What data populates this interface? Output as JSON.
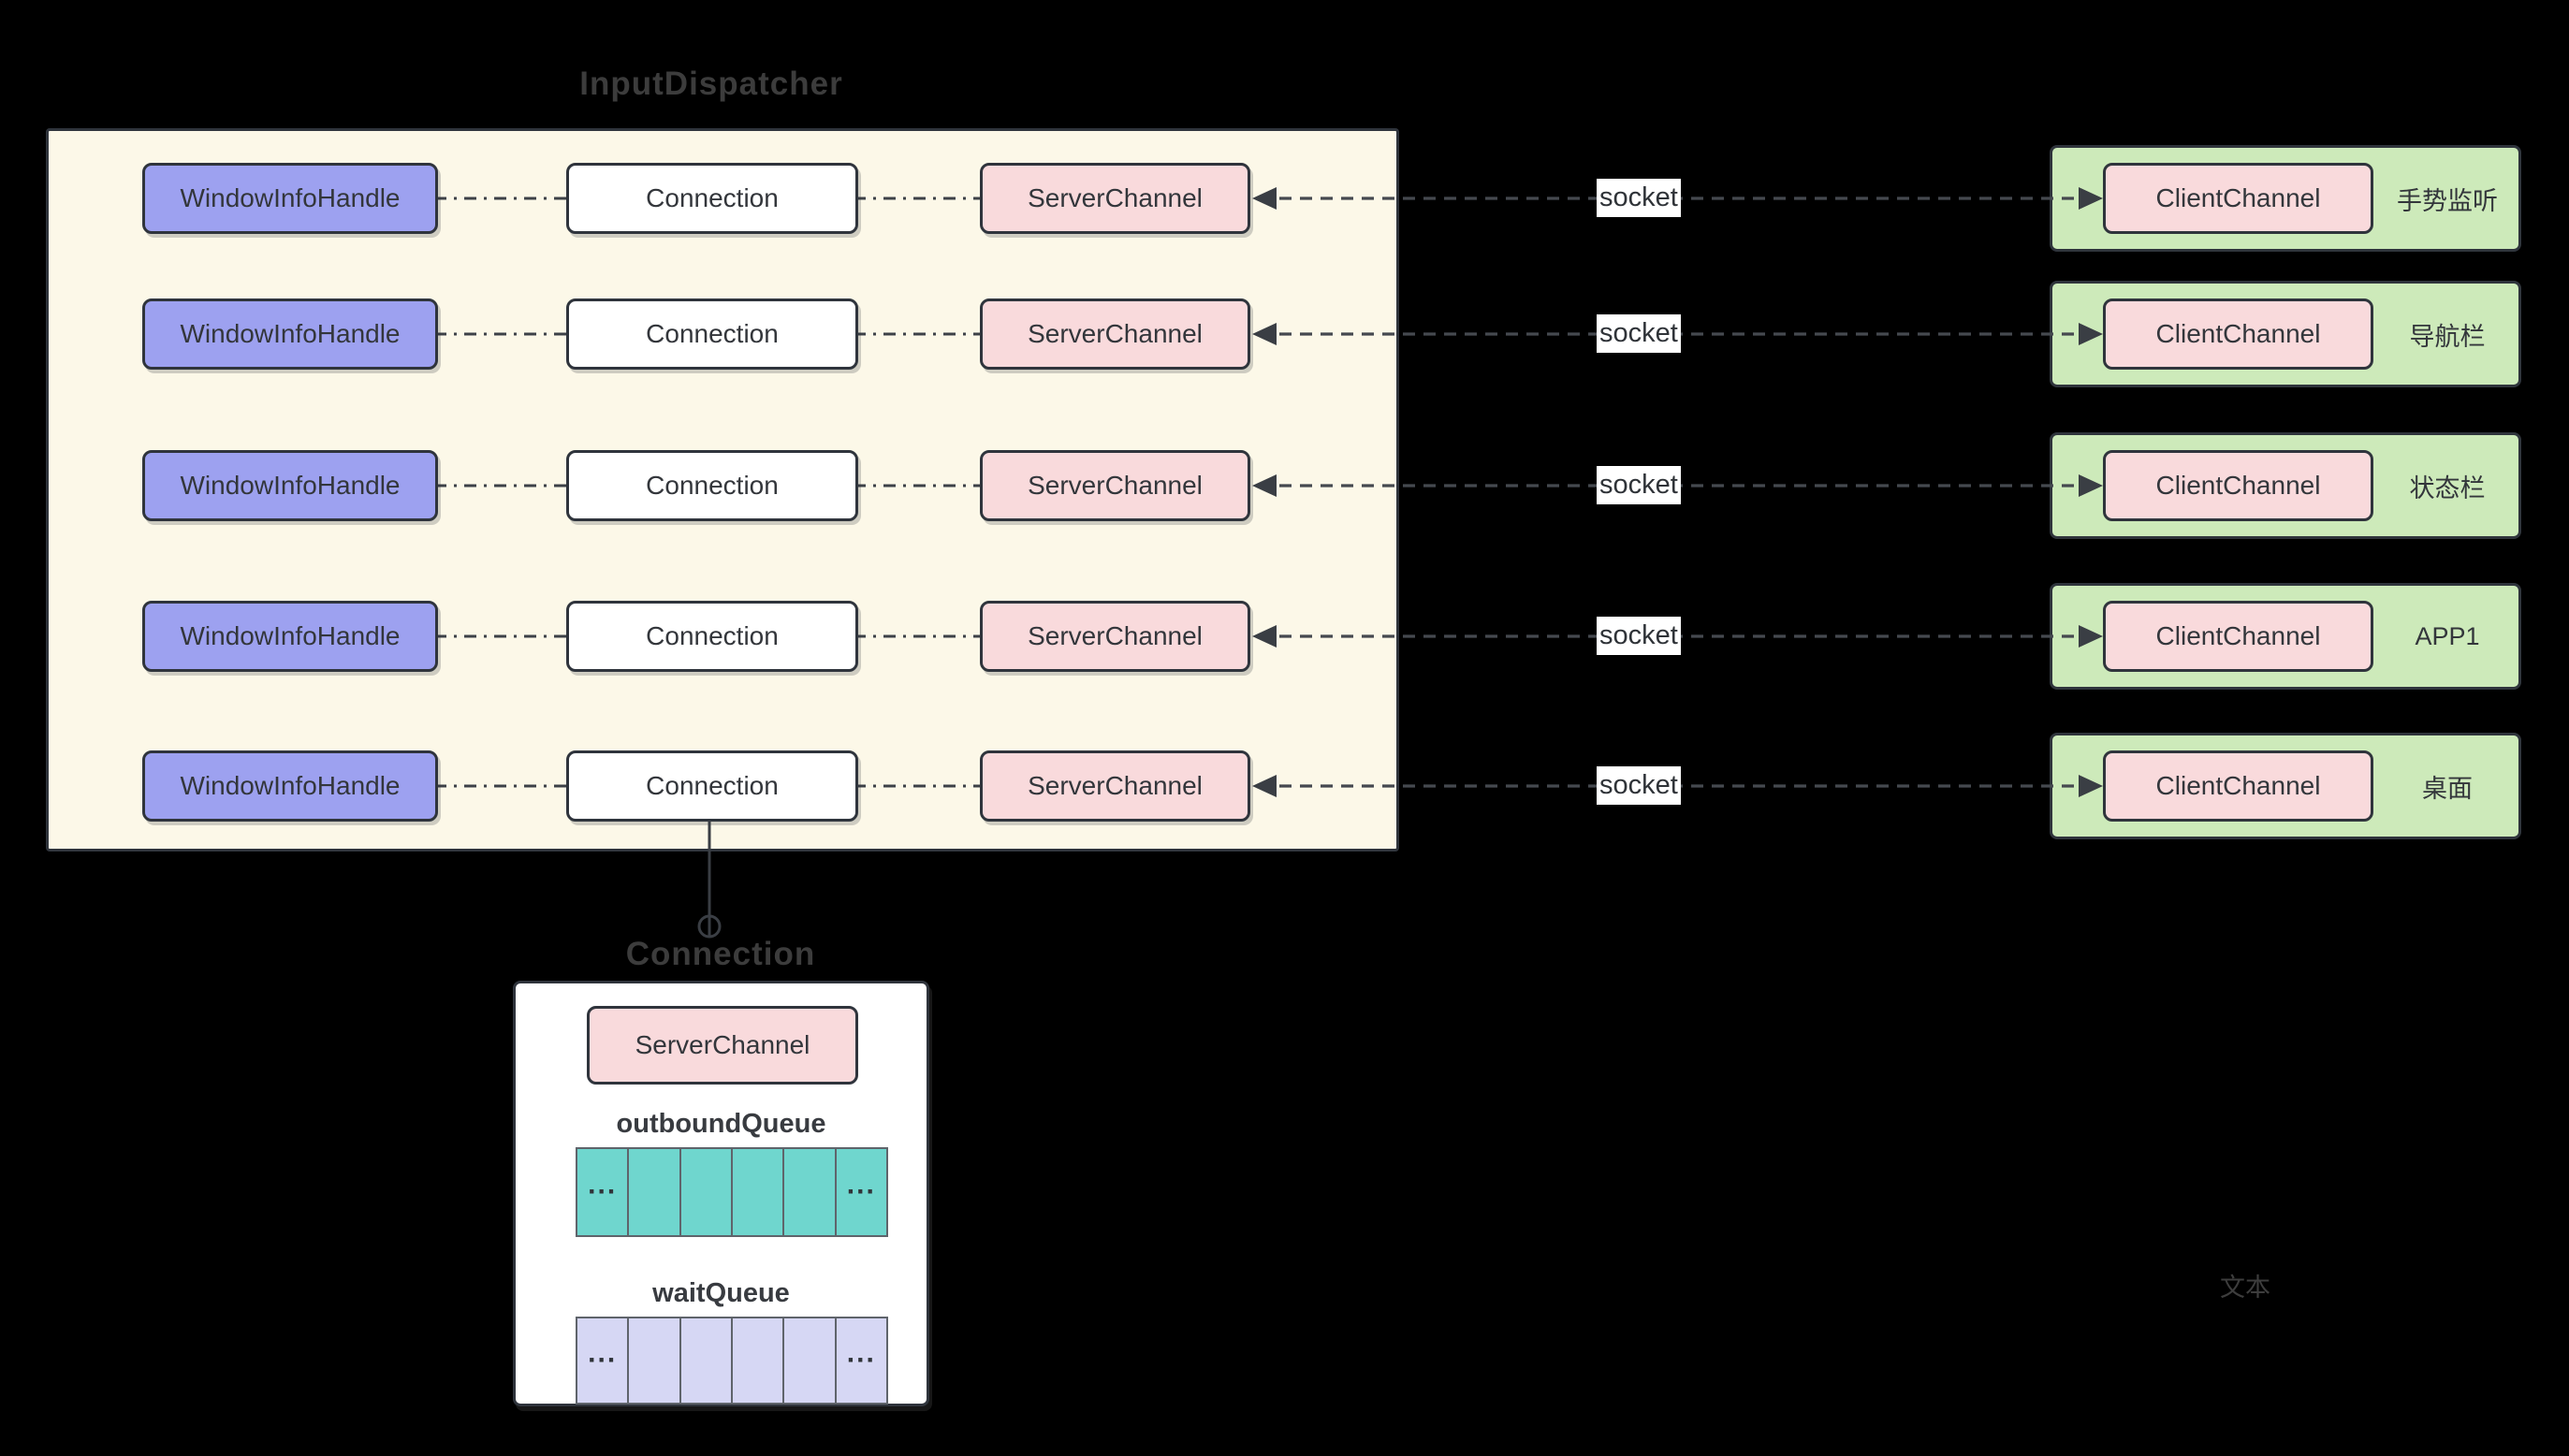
{
  "diagram": {
    "title": "InputDispatcher",
    "rows": [
      {
        "window_info_handle": "WindowInfoHandle",
        "connection": "Connection",
        "server_channel": "ServerChannel",
        "socket": "socket",
        "client_channel": "ClientChannel",
        "label": "手势监听"
      },
      {
        "window_info_handle": "WindowInfoHandle",
        "connection": "Connection",
        "server_channel": "ServerChannel",
        "socket": "socket",
        "client_channel": "ClientChannel",
        "label": "导航栏"
      },
      {
        "window_info_handle": "WindowInfoHandle",
        "connection": "Connection",
        "server_channel": "ServerChannel",
        "socket": "socket",
        "client_channel": "ClientChannel",
        "label": "状态栏"
      },
      {
        "window_info_handle": "WindowInfoHandle",
        "connection": "Connection",
        "server_channel": "ServerChannel",
        "socket": "socket",
        "client_channel": "ClientChannel",
        "label": "APP1"
      },
      {
        "window_info_handle": "WindowInfoHandle",
        "connection": "Connection",
        "server_channel": "ServerChannel",
        "socket": "socket",
        "client_channel": "ClientChannel",
        "label": "桌面"
      }
    ],
    "detail": {
      "title": "Connection",
      "server_channel": "ServerChannel",
      "outbound_queue": {
        "label": "outboundQueue",
        "cells": [
          "...",
          "",
          "",
          "",
          "",
          "..."
        ]
      },
      "wait_queue": {
        "label": "waitQueue",
        "cells": [
          "...",
          "",
          "",
          "",
          "",
          "..."
        ]
      }
    },
    "floating_text": "文本",
    "colors": {
      "background": "#000000",
      "container_fill": "#fcf8e8",
      "node_purple": "#9da1f0",
      "node_pink": "#f9dadc",
      "node_white": "#ffffff",
      "client_green": "#cdeaba",
      "queue_teal": "#6fd6ce",
      "queue_lavender": "#d6d7f4",
      "border_dark": "#2f343c",
      "connector_line": "#42464c",
      "title_text": "#3c3c3c"
    }
  }
}
